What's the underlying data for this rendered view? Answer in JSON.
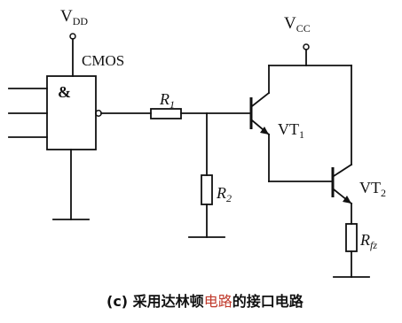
{
  "labels": {
    "vdd_main": "V",
    "vdd_sub": "DD",
    "vcc_main": "V",
    "vcc_sub": "CC",
    "cmos": "CMOS",
    "and_symbol": "&",
    "r1_main": "R",
    "r1_sub": "1",
    "r2_main": "R",
    "r2_sub": "2",
    "vt1_main": "VT",
    "vt1_sub": "1",
    "vt2_main": "VT",
    "vt2_sub": "2",
    "rfz_main": "R",
    "rfz_sub": "fz"
  },
  "caption": {
    "prefix": "(c) 采用达林顿",
    "watermark": "电路",
    "mid": "的",
    "suffix": "接口电路"
  },
  "colors": {
    "line": "#111111",
    "watermark": "#c0392b"
  }
}
